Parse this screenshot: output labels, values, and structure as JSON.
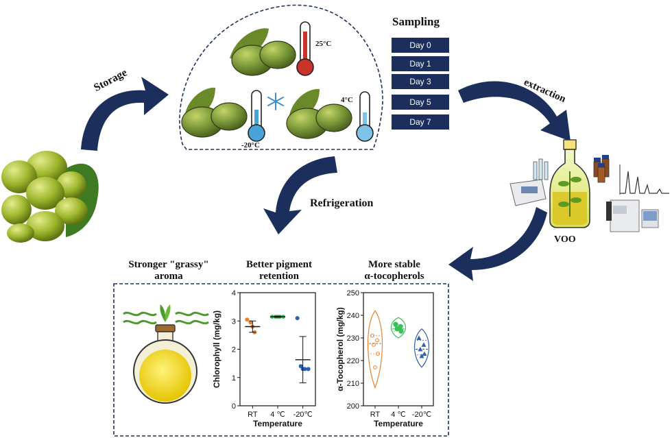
{
  "arrows": {
    "storage": "Storage",
    "extraction": "extraction",
    "refrigeration": "Refrigeration"
  },
  "storage_conditions": {
    "room_temp": "25°C",
    "fridge": "4°C",
    "freezer": "-20°C"
  },
  "sampling": {
    "title": "Sampling",
    "days": [
      "Day 0",
      "Day 1",
      "Day 3",
      "Day 5",
      "Day 7"
    ]
  },
  "product": {
    "label": "VOO"
  },
  "findings": {
    "aroma": [
      "Stronger \"grassy\"",
      "aroma"
    ],
    "pigment": [
      "Better pigment",
      "retention"
    ],
    "tocopherol": [
      "More stable",
      "α-tocopherols"
    ]
  },
  "colors": {
    "navy": "#1b2e5c",
    "rt": "#e8822e",
    "fridge": "#3bbf5a",
    "freezer": "#2f5fa8",
    "olive": "#7e9b3a"
  },
  "chart_data": [
    {
      "type": "scatter",
      "xlabel": "Temperature",
      "ylabel": "Chlorophyll (mg/kg)",
      "categories": [
        "RT",
        "4 ℃",
        "-20℃"
      ],
      "ylim": [
        0,
        4
      ],
      "yticks": [
        0,
        1,
        2,
        3,
        4
      ],
      "series": [
        {
          "category": "RT",
          "values": [
            3.05,
            2.95,
            2.8,
            2.6
          ],
          "mean": 2.8,
          "sd": 0.2
        },
        {
          "category": "4 ℃",
          "values": [
            3.15,
            3.15,
            3.15,
            3.15,
            3.15
          ],
          "mean": 3.15,
          "sd": 0.02
        },
        {
          "category": "-20℃",
          "values": [
            3.1,
            1.4,
            1.3,
            1.3,
            1.3
          ],
          "mean": 1.63,
          "sd": 0.82
        }
      ]
    },
    {
      "type": "violin",
      "xlabel": "Temperature",
      "ylabel": "α-Tocopherol (mg/kg)",
      "categories": [
        "RT",
        "4 ℃",
        "-20℃"
      ],
      "ylim": [
        200,
        250
      ],
      "yticks": [
        200,
        210,
        220,
        230,
        240,
        250
      ],
      "series": [
        {
          "category": "RT",
          "values": [
            231,
            229,
            227,
            223,
            217
          ],
          "median": 227.5,
          "q1": 223,
          "q3": 231,
          "min": 208,
          "max": 242
        },
        {
          "category": "4 ℃",
          "values": [
            236,
            235,
            234,
            233
          ],
          "median": 234,
          "q1": 233,
          "q3": 235.5,
          "min": 230,
          "max": 239
        },
        {
          "category": "-20℃",
          "values": [
            230,
            227,
            225,
            223,
            222
          ],
          "median": 225,
          "q1": 222.5,
          "q3": 229,
          "min": 217,
          "max": 234
        }
      ]
    }
  ]
}
